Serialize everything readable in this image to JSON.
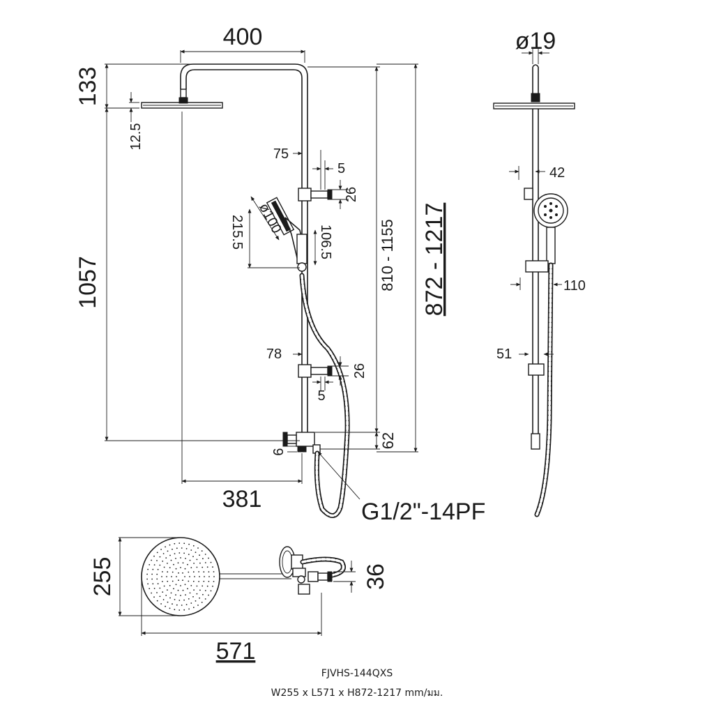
{
  "front_view": {
    "dim_width": "400",
    "dim_arm_height": "133",
    "dim_head_thickness": "12.5",
    "dim_total_height": "1057",
    "dim_bracket_upper": "75",
    "dim_gap_upper": "5",
    "dim_bracket_h_upper": "26",
    "dim_head_diameter": "ø100",
    "dim_handset_length": "215.5",
    "dim_holder_length": "106.5",
    "dim_bracket_lower": "78",
    "dim_bracket_h_lower": "26",
    "dim_gap_lower": "5",
    "dim_adjust_range": "810 - 1155",
    "dim_total_range": "872 - 1217",
    "dim_mixer_offset": "62",
    "dim_outlet_gap": "9",
    "dim_reach": "381",
    "thread_spec": "G1/2\"-14PF"
  },
  "side_view": {
    "dim_pipe_diameter": "ø19",
    "dim_handset_offset": "42",
    "dim_holder_offset": "110",
    "dim_wall_offset": "51"
  },
  "top_view": {
    "dim_head_size": "255",
    "dim_depth": "36",
    "dim_length": "571"
  },
  "caption": {
    "model": "FJVHS-144QXS",
    "size": "W255 x L571 x H872-1217 mm/มม."
  }
}
